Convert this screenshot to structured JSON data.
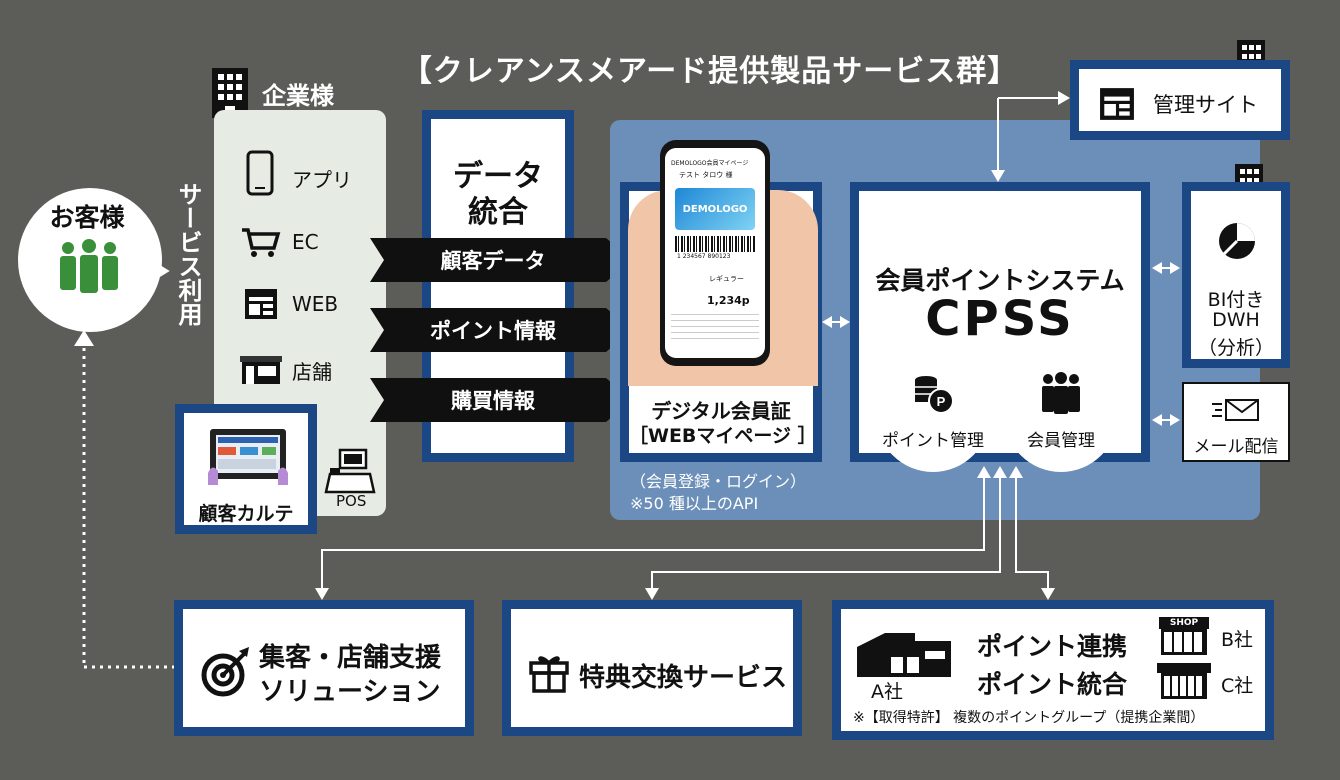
{
  "title": "【クレアンスメアード提供製品サービス群】",
  "customer": {
    "label": "お客様",
    "service_use": "サービス利用"
  },
  "enterprise": {
    "label": "企業様",
    "channels": [
      {
        "label": "アプリ",
        "icon": "smartphone-icon"
      },
      {
        "label": "EC",
        "icon": "cart-icon"
      },
      {
        "label": "WEB",
        "icon": "web-window-icon"
      },
      {
        "label": "店舗",
        "icon": "store-icon"
      }
    ],
    "karte": "顧客カルテ",
    "pos": "POS"
  },
  "data_integration": {
    "line1": "データ",
    "line2": "統合"
  },
  "flows": [
    "顧客データ",
    "ポイント情報",
    "購買情報"
  ],
  "digital_card": {
    "line1": "デジタル会員証",
    "line2": "［WEBマイページ ］",
    "note1": "（会員登録・ログイン）",
    "note2": "※50 種以上のAPI",
    "phone": {
      "header": "DEMOLOGO会員マイページ",
      "user": "テスト タロウ 様",
      "card_logo": "DEMOLOGO",
      "barcode": "1 234567 890123",
      "rank": "レギュラー",
      "points": "1,234p"
    }
  },
  "cpss": {
    "line1": "会員ポイントシステム",
    "line2": "CPSS",
    "point_mgmt": "ポイント管理",
    "member_mgmt": "会員管理"
  },
  "admin_site": "管理サイト",
  "bi": {
    "line1": "BI付き",
    "line2": "DWH",
    "line3": "（分析）"
  },
  "mail": "メール配信",
  "solutions": {
    "line1": "集客・店舗支援",
    "line2": "ソリューション"
  },
  "benefit": "特典交換サービス",
  "point_link": {
    "line1": "ポイント連携",
    "line2": "ポイント統合",
    "company_a": "A社",
    "company_b": "B社",
    "company_c": "C社",
    "shop_sign": "SHOP",
    "patent": "※【取得特許】 複数のポイントグループ（提携企業間）"
  },
  "colors": {
    "background": "#5c5d58",
    "navy": "#1b4784",
    "system_area": "#6b8fb8",
    "enterprise_panel": "#e6ebe3",
    "customer_green": "#3a8f3a"
  }
}
